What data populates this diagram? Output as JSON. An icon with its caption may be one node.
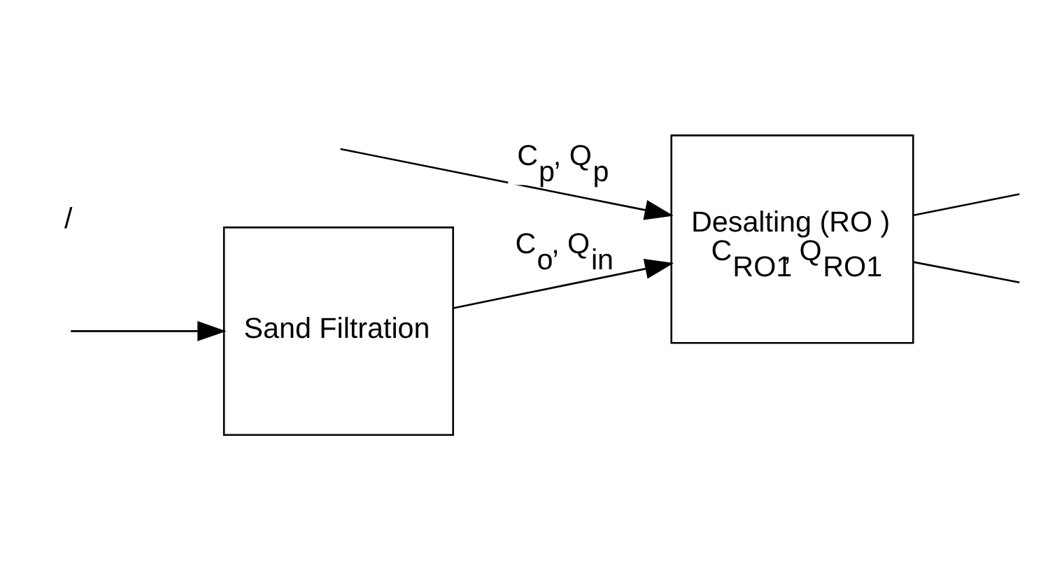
{
  "diagram": {
    "nodes": [
      {
        "text": [
          "Sand Filtration"
        ]
      },
      {
        "text": [
          "Desalting (RO )",
          "C$_{RO1}$, Q$_{RO1}$"
        ]
      }
    ],
    "edges": [
      {
        "from": null,
        "to": 0,
        "arrow": "to"
      },
      {
        "from": 0,
        "to": 1,
        "arrow": "to",
        "label": "C$_{o}$, Q$_{in}$"
      },
      {
        "from": null,
        "to": 1,
        "arrow": "to",
        "label": "C$_{p}$, Q$_{p}$"
      },
      {
        "from": 1,
        "to": null,
        "arrow": "none"
      },
      {
        "from": 1,
        "to": null,
        "arrow": "none"
      }
    ],
    "labels": [
      "/"
    ]
  }
}
